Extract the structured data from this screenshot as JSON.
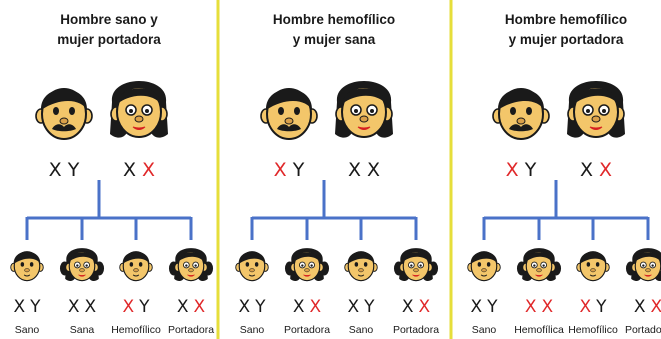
{
  "colors": {
    "divider": "#e6de3a",
    "branch": "#4a72c8",
    "normal_chromosome": "#1a1a1a",
    "affected_chromosome": "#e0282a",
    "skin": "#f3c66a",
    "hair": "#1a1a1a"
  },
  "panels": [
    {
      "title_line1": "Hombre sano y",
      "title_line2": "mujer portadora",
      "father_genotype": [
        {
          "c": "X",
          "mark": false
        },
        {
          "c": "Y",
          "mark": false
        }
      ],
      "mother_genotype": [
        {
          "c": "X",
          "mark": false
        },
        {
          "c": "X",
          "mark": true
        }
      ],
      "children": [
        {
          "sex": "boy",
          "label": "Sano",
          "genotype": [
            {
              "c": "X",
              "mark": false
            },
            {
              "c": "Y",
              "mark": false
            }
          ]
        },
        {
          "sex": "girl",
          "label": "Sana",
          "genotype": [
            {
              "c": "X",
              "mark": false
            },
            {
              "c": "X",
              "mark": false
            }
          ]
        },
        {
          "sex": "boy",
          "label": "Hemofílico",
          "genotype": [
            {
              "c": "X",
              "mark": true
            },
            {
              "c": "Y",
              "mark": false
            }
          ]
        },
        {
          "sex": "girl",
          "label": "Portadora",
          "genotype": [
            {
              "c": "X",
              "mark": false
            },
            {
              "c": "X",
              "mark": true
            }
          ]
        }
      ]
    },
    {
      "title_line1": "Hombre hemofílico",
      "title_line2": "y mujer sana",
      "father_genotype": [
        {
          "c": "X",
          "mark": true
        },
        {
          "c": "Y",
          "mark": false
        }
      ],
      "mother_genotype": [
        {
          "c": "X",
          "mark": false
        },
        {
          "c": "X",
          "mark": false
        }
      ],
      "children": [
        {
          "sex": "boy",
          "label": "Sano",
          "genotype": [
            {
              "c": "X",
              "mark": false
            },
            {
              "c": "Y",
              "mark": false
            }
          ]
        },
        {
          "sex": "girl",
          "label": "Portadora",
          "genotype": [
            {
              "c": "X",
              "mark": false
            },
            {
              "c": "X",
              "mark": true
            }
          ]
        },
        {
          "sex": "boy",
          "label": "Sano",
          "genotype": [
            {
              "c": "X",
              "mark": false
            },
            {
              "c": "Y",
              "mark": false
            }
          ]
        },
        {
          "sex": "girl",
          "label": "Portadora",
          "genotype": [
            {
              "c": "X",
              "mark": false
            },
            {
              "c": "X",
              "mark": true
            }
          ]
        }
      ]
    },
    {
      "title_line1": "Hombre hemofílico",
      "title_line2": "y mujer portadora",
      "father_genotype": [
        {
          "c": "X",
          "mark": true
        },
        {
          "c": "Y",
          "mark": false
        }
      ],
      "mother_genotype": [
        {
          "c": "X",
          "mark": false
        },
        {
          "c": "X",
          "mark": true
        }
      ],
      "children": [
        {
          "sex": "boy",
          "label": "Sano",
          "genotype": [
            {
              "c": "X",
              "mark": false
            },
            {
              "c": "Y",
              "mark": false
            }
          ]
        },
        {
          "sex": "girl",
          "label": "Hemofílica",
          "genotype": [
            {
              "c": "X",
              "mark": true
            },
            {
              "c": "X",
              "mark": true
            }
          ]
        },
        {
          "sex": "boy",
          "label": "Hemofílico",
          "genotype": [
            {
              "c": "X",
              "mark": true
            },
            {
              "c": "Y",
              "mark": false
            }
          ]
        },
        {
          "sex": "girl",
          "label": "Portadora",
          "genotype": [
            {
              "c": "X",
              "mark": false
            },
            {
              "c": "X",
              "mark": true
            }
          ]
        }
      ]
    }
  ]
}
